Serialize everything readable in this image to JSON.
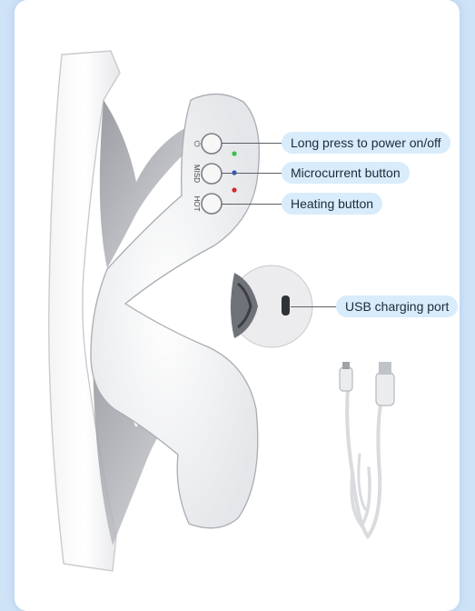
{
  "image": {
    "subject": "eye-massager-product-diagram",
    "colors": {
      "background": "#cfe3f7",
      "card": "#ffffff",
      "callout": "#d8ecfb",
      "callout_text": "#1d2a3a",
      "led_green": "#38c24a",
      "led_blue": "#2b55c8",
      "led_red": "#d7262b"
    }
  },
  "buttons": {
    "power_symbol": "⏻",
    "microcurrent_text": "MISD",
    "heat_text": "HOT"
  },
  "callouts": {
    "power": "Long press to power on/off",
    "microcurrent": "Microcurrent button",
    "heating": "Heating button",
    "usb": "USB charging port"
  }
}
